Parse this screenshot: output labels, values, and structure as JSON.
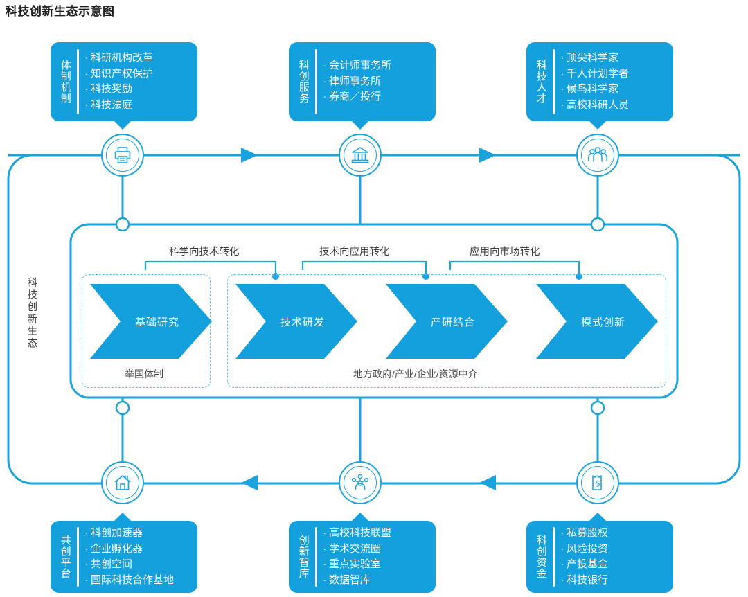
{
  "title": "科技创新生态示意图",
  "colors": {
    "primary": "#13a0dc",
    "line": "#1ba3dd",
    "dash": "#5bc5ea",
    "text": "#3c3c3c",
    "card_light": "#28b0e4"
  },
  "side_label": "科技创新生态",
  "top_cards": [
    {
      "key": "institution",
      "vlabel": "体制机制",
      "items": [
        "科研机构改革",
        "知识产权保护",
        "科技奖励",
        "科技法庭"
      ]
    },
    {
      "key": "service",
      "vlabel": "科创服务",
      "items": [
        "会计师事务所",
        "律师事务所",
        "券商／投行"
      ]
    },
    {
      "key": "talent",
      "vlabel": "科技人才",
      "items": [
        "顶尖科学家",
        "千人计划学者",
        "候鸟科学家",
        "高校科研人员"
      ]
    }
  ],
  "bottom_cards": [
    {
      "key": "platform",
      "vlabel": "共创平台",
      "items": [
        "科创加速器",
        "企业孵化器",
        "共创空间",
        "国际科技合作基地"
      ]
    },
    {
      "key": "thinktank",
      "vlabel": "创新智库",
      "items": [
        "高校科技联盟",
        "学术交流圈",
        "重点实验室",
        "数据智库"
      ]
    },
    {
      "key": "funding",
      "vlabel": "科创资金",
      "items": [
        "私募股权",
        "风险投资",
        "产投基金",
        "科技银行"
      ]
    }
  ],
  "nodes": [
    {
      "key": "institution",
      "icon": "printer-icon"
    },
    {
      "key": "service",
      "icon": "bank-icon"
    },
    {
      "key": "talent",
      "icon": "people-group-icon"
    },
    {
      "key": "platform",
      "icon": "house-icon"
    },
    {
      "key": "thinktank",
      "icon": "network-people-icon"
    },
    {
      "key": "funding",
      "icon": "money-bill-icon"
    }
  ],
  "stages": [
    {
      "key": "basic",
      "label": "基础研究"
    },
    {
      "key": "rnd",
      "label": "技术研发"
    },
    {
      "key": "ir",
      "label": "产研结合"
    },
    {
      "key": "model",
      "label": "模式创新"
    }
  ],
  "bracket_labels": [
    "科学向技术转化",
    "技术向应用转化",
    "应用向市场转化"
  ],
  "dash_captions": [
    "举国体制",
    "地方政府/产业/企业/资源中介"
  ],
  "bullet": "·"
}
